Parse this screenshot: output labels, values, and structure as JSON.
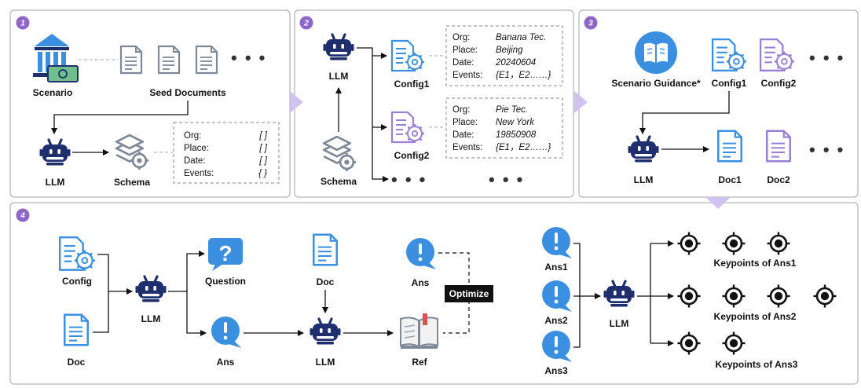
{
  "panels": {
    "p1": {
      "number": "1",
      "scenario": "Scenario",
      "seed_documents": "Seed Documents",
      "llm": "LLM",
      "schema": "Schema",
      "fields": [
        {
          "key": "Org:",
          "value": "[ ]"
        },
        {
          "key": "Place:",
          "value": "[ ]"
        },
        {
          "key": "Date:",
          "value": "[ ]"
        },
        {
          "key": "Events:",
          "value": "{ }"
        }
      ]
    },
    "p2": {
      "number": "2",
      "llm": "LLM",
      "schema": "Schema",
      "config1": "Config1",
      "config2": "Config2",
      "box1": [
        {
          "key": "Org:",
          "value": "Banana Tec."
        },
        {
          "key": "Place:",
          "value": "Beijing"
        },
        {
          "key": "Date:",
          "value": "20240604"
        },
        {
          "key": "Events:",
          "value": "{E1，E2……}"
        }
      ],
      "box2": [
        {
          "key": "Org:",
          "value": "Pie Tec."
        },
        {
          "key": "Place:",
          "value": "New York"
        },
        {
          "key": "Date:",
          "value": "19850908"
        },
        {
          "key": "Events:",
          "value": "{E1，E2……}"
        }
      ]
    },
    "p3": {
      "number": "3",
      "scenario_guidance": "Scenario Guidance*",
      "config1": "Config1",
      "config2": "Config2",
      "llm": "LLM",
      "doc1": "Doc1",
      "doc2": "Doc2"
    },
    "p4": {
      "number": "4",
      "config": "Config",
      "doc_left": "Doc",
      "llm_left": "LLM",
      "question": "Question",
      "ans_mid": "Ans",
      "doc_mid": "Doc",
      "llm_mid": "LLM",
      "ans_top": "Ans",
      "optimize": "Optimize",
      "ref": "Ref",
      "ans1": "Ans1",
      "ans2": "Ans2",
      "ans3": "Ans3",
      "llm_right": "LLM",
      "kp1": "Keypoints of Ans1",
      "kp2": "Keypoints of Ans2",
      "kp3": "Keypoints of Ans3"
    }
  },
  "ellipsis": "• • •",
  "colors": {
    "navy": "#1f2f6e",
    "blue": "#3b8fe0",
    "light_blue": "#6aaee8",
    "purple": "#9a7fd6",
    "badge": "#8e66c8",
    "grey": "#7e8896"
  },
  "icons": [
    "bank-icon",
    "document-icon",
    "robot-icon",
    "layers-gear-icon",
    "config-gear-icon",
    "book-icon",
    "speech-exclamation-icon",
    "question-bubble-icon",
    "open-book-icon",
    "target-icon"
  ]
}
